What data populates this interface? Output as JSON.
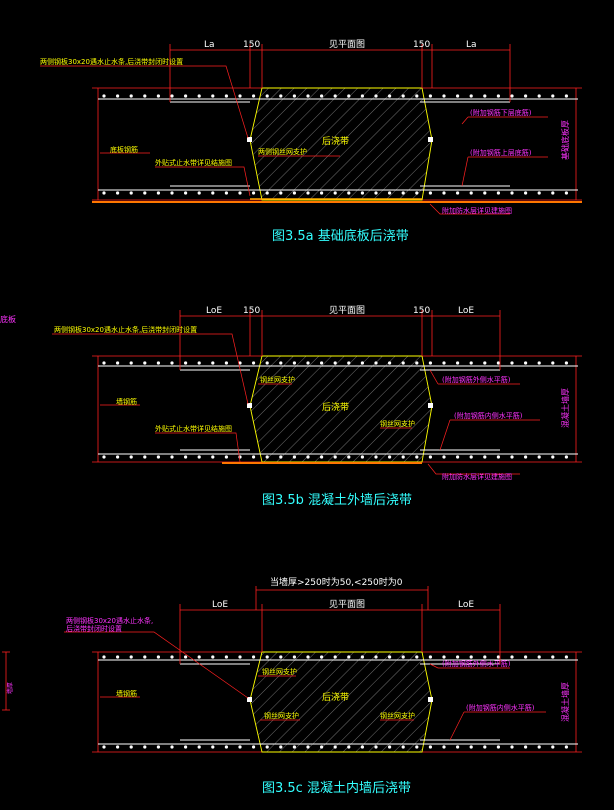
{
  "colors": {
    "background": "#000000",
    "dimension": "#ff2020",
    "rebar": "#ffffff",
    "pour_strip_edge": "#ffff00",
    "annotation_yellow": "#ffff00",
    "annotation_magenta": "#ff33ff",
    "caption": "#33ffff",
    "waterstop": "#ff7700",
    "leader": "#ff2020"
  },
  "figures": [
    {
      "id": "a",
      "caption": "图3.5a 基础底板后浇带",
      "dims": {
        "left": "La",
        "gap_left": "150",
        "middle": "见平面图",
        "gap_right": "150",
        "right": "La"
      },
      "labels": {
        "top_left": "两侧钢板30x20遇水止水条,后浇带封闭时设置",
        "center": "后浇带",
        "left_member": "底板钢筋",
        "waterstop_outer": "外贴式止水带详见结施图",
        "mesh": "两侧钢丝网支护",
        "right_top": "(附加钢筋下层底筋)",
        "right_mid": "(附加钢筋上层底筋)",
        "side": "基础底板厚",
        "bottom": "附加防水层详见建施图"
      }
    },
    {
      "id": "b",
      "caption": "图3.5b 混凝土外墙后浇带",
      "dims": {
        "left": "LoE",
        "gap_left": "150",
        "middle": "见平面图",
        "gap_right": "150",
        "right": "LoE"
      },
      "labels": {
        "top_left": "两侧钢板30x20遇水止水条,后浇带封闭时设置",
        "center": "后浇带",
        "left_member": "墙钢筋",
        "waterstop_outer": "外贴式止水带详见结施图",
        "mesh_top": "钢丝网支护",
        "mesh_bottom": "钢丝网支护",
        "right_top": "(附加钢筋外侧水平筋)",
        "right_mid": "(附加钢筋内侧水平筋)",
        "side": "混凝土墙厚",
        "bottom": "附加防水层详见建施图",
        "margin_left": "底板"
      }
    },
    {
      "id": "c",
      "caption": "图3.5c 混凝土内墙后浇带",
      "dims": {
        "top_note": "当墙厚>250时为50,<250时为0",
        "left": "LoE",
        "middle": "见平面图",
        "right": "LoE"
      },
      "labels": {
        "top_left_1": "两侧钢板30x20遇水止水条,",
        "top_left_2": "后浇带封闭时设置",
        "center": "后浇带",
        "left_member": "墙钢筋",
        "mesh_top": "钢丝网支护",
        "mesh_bottom": "钢丝网支护",
        "mesh_bottom_right": "钢丝网支护",
        "right_top": "(附加钢筋外侧水平筋)",
        "right_mid": "(附加钢筋内侧水平筋)",
        "side": "混凝土墙厚",
        "margin_left": "墙厚"
      }
    }
  ]
}
